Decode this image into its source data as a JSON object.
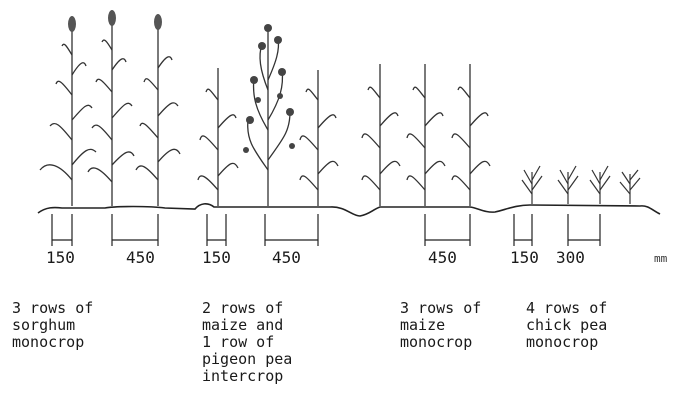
{
  "groups": [
    {
      "caption": "3 rows of\nsorghum\nmonocrop",
      "dims": [
        {
          "value": "150"
        },
        {
          "value": "450"
        }
      ]
    },
    {
      "caption": "2 rows of\nmaize and\n1 row of\npigeon pea\nintercrop",
      "dims": [
        {
          "value": "150"
        },
        {
          "value": "450"
        }
      ]
    },
    {
      "caption": "3 rows of\nmaize\nmonocrop",
      "dims": [
        {
          "value": "450"
        }
      ]
    },
    {
      "caption": "4 rows of\nchick pea\nmonocrop",
      "dims": [
        {
          "value": "150"
        },
        {
          "value": "300"
        }
      ]
    }
  ],
  "unit": "mm"
}
